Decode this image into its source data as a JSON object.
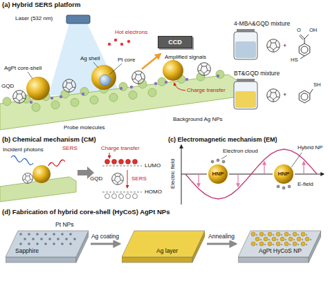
{
  "diagram": {
    "nodes": [
      {
        "text": [
          "CCD"
        ]
      },
      {
        "text": [
          "Pt NPs",
          "Sapphire"
        ]
      },
      {
        "text": [
          "Ag layer"
        ]
      },
      {
        "text": [
          "AgPt HyCoS NP"
        ]
      }
    ],
    "edges": [
      {
        "from": 1,
        "to": 2,
        "arrow": "to",
        "label": "Ag coating"
      },
      {
        "from": 2,
        "to": 3,
        "arrow": "to",
        "label": "Annealing"
      }
    ],
    "labels": [
      "(a) Hybrid SERS platform",
      "Laser (532 nm)",
      "Hot electrons",
      "4-MBA&GQD mixture",
      "+",
      "O",
      "OH",
      "HS",
      "Amplified signals",
      "Ag shell",
      "Pt core",
      "AgPt core-shell",
      "BT&GQD mixture",
      "+",
      "SH",
      "Charge transfer",
      "GQD",
      "Probe molecules",
      "Background Ag NPs",
      "(b) Chemical mechanism (CM)",
      "Incident photons",
      "SERS",
      "Charge transfer",
      "LUMO",
      "GQD",
      "SERS",
      "HOMO",
      "(c) Electromagnetic mechanism (EM)",
      "Hybrid NP",
      "Electric field",
      "Electron cloud",
      "HNP",
      "HNP",
      "E-field",
      "(d) Fabrication of hybrid core-shell (HyCoS) AgPt NPs"
    ]
  }
}
